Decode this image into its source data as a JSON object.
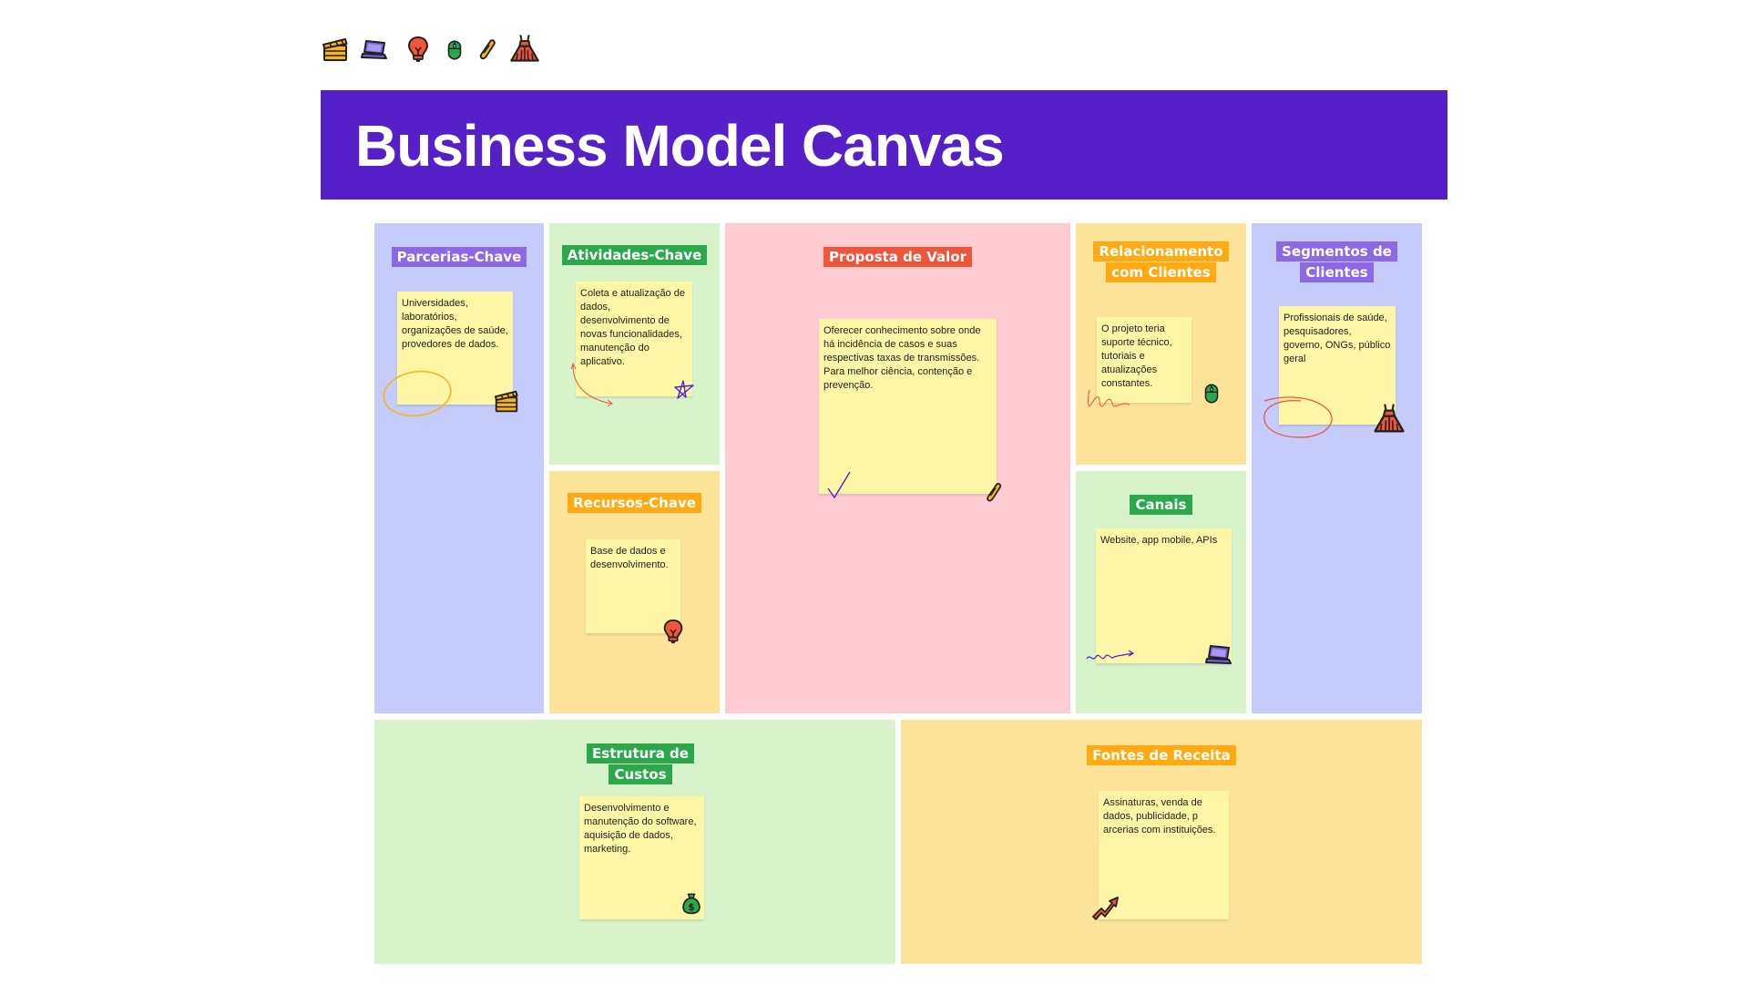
{
  "title": "Business Model Canvas",
  "colors": {
    "header": "#5620c9",
    "blue": "#c5ccfc",
    "green": "#d8f3c9",
    "orange": "#fde39a",
    "pink": "#ffcbd3",
    "sticky": "#fdf6a6",
    "tag_purple": "#8d67e6",
    "tag_green": "#2ba84a",
    "tag_red": "#f0553b",
    "tag_orange": "#ffaa12"
  },
  "top_icons": [
    "clapperboard-icon",
    "laptop-icon",
    "lightbulb-icon",
    "mouse-icon",
    "paperclip-icon",
    "dress-icon"
  ],
  "sections": {
    "parcerias": {
      "label": "Parcerias-Chave",
      "note": "Universidades, laboratórios, organizações de saúde, provedores de dados."
    },
    "atividades": {
      "label": "Atividades-Chave",
      "note": "Coleta e atualização de dados, desenvolvimento de novas funcionalidades, manutenção do aplicativo."
    },
    "recursos": {
      "label": "Recursos-Chave",
      "note": "Base de dados e desenvolvimento."
    },
    "proposta": {
      "label": "Proposta de Valor",
      "note": "Oferecer conhecimento sobre onde há incidência de casos e suas respectivas taxas de transmissões. Para melhor ciência, contenção e prevenção."
    },
    "relacionamento": {
      "label": "Relacionamento com Clientes",
      "note": "O projeto teria suporte técnico, tutoriais e atualizações constantes."
    },
    "canais": {
      "label": "Canais",
      "note": "Website, app mobile, APIs"
    },
    "segmentos": {
      "label": "Segmentos de Clientes",
      "note": "Profissionais de saúde, pesquisadores, governo, ONGs, público geral"
    },
    "custos": {
      "label": "Estrutura de Custos",
      "note": "Desenvolvimento e manutenção do software, aquisição de dados, marketing."
    },
    "receita": {
      "label": "Fontes de Receita",
      "note": "Assinaturas, venda de dados, publicidade, p arcerias com instituições."
    }
  }
}
